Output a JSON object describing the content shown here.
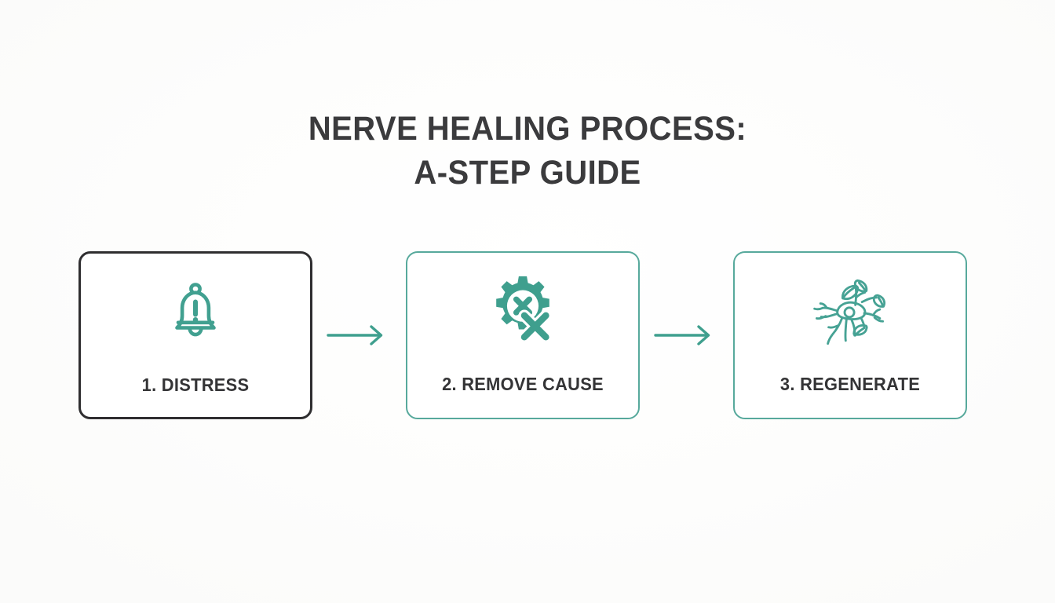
{
  "page": {
    "background_color": "#fdfdfc",
    "accent_color": "#3f9f8e",
    "accent_border_color": "#57a99c",
    "dark_color": "#2f2e30",
    "text_color": "#3b3b3d"
  },
  "title": {
    "line1": "NERVE HEALING PROCESS:",
    "line2": "A-STEP GUIDE"
  },
  "steps": [
    {
      "label": "1. DISTRESS",
      "icon": "bell-alert-icon",
      "border_style": "dark",
      "border_color": "#2f2e30"
    },
    {
      "label": "2. REMOVE CAUSE",
      "icon": "gear-x-icon",
      "border_style": "teal",
      "border_color": "#57a99c"
    },
    {
      "label": "3. REGENERATE",
      "icon": "neuron-sprout-icon",
      "border_style": "teal",
      "border_color": "#57a99c"
    }
  ],
  "connectors": [
    {
      "icon": "arrow-right-icon",
      "color": "#3f9f8e"
    },
    {
      "icon": "arrow-right-icon",
      "color": "#3f9f8e"
    }
  ]
}
